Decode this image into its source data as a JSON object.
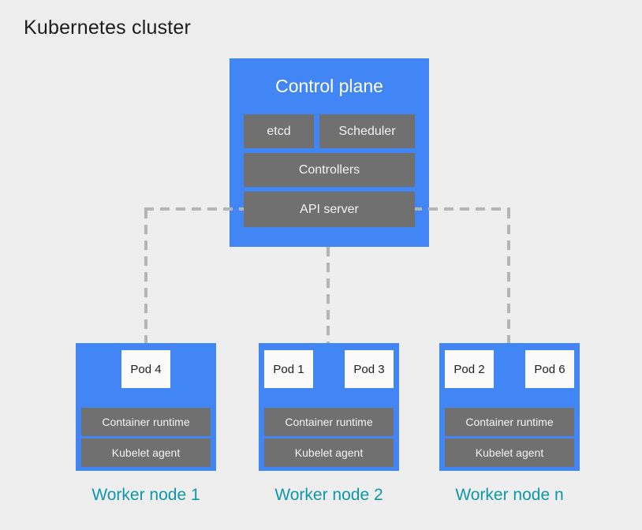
{
  "title": "Kubernetes cluster",
  "control_plane": {
    "title": "Control plane",
    "components": [
      "etcd",
      "Scheduler",
      "Controllers",
      "API server"
    ]
  },
  "workers": [
    {
      "label": "Worker node 1",
      "pods": [
        "Pod 4"
      ],
      "layers": [
        "Container runtime",
        "Kubelet agent"
      ]
    },
    {
      "label": "Worker node 2",
      "pods": [
        "Pod 1",
        "Pod 3"
      ],
      "layers": [
        "Container runtime",
        "Kubelet agent"
      ]
    },
    {
      "label": "Worker node n",
      "pods": [
        "Pod 2",
        "Pod 6"
      ],
      "layers": [
        "Container runtime",
        "Kubelet agent"
      ]
    }
  ],
  "colors": {
    "background": "#eeeeee",
    "node_blue": "#4285f4",
    "component_gray": "#707070",
    "label_teal": "#0e97a7",
    "dash_gray": "#b5b5b5",
    "pod_white": "#fafafa"
  }
}
